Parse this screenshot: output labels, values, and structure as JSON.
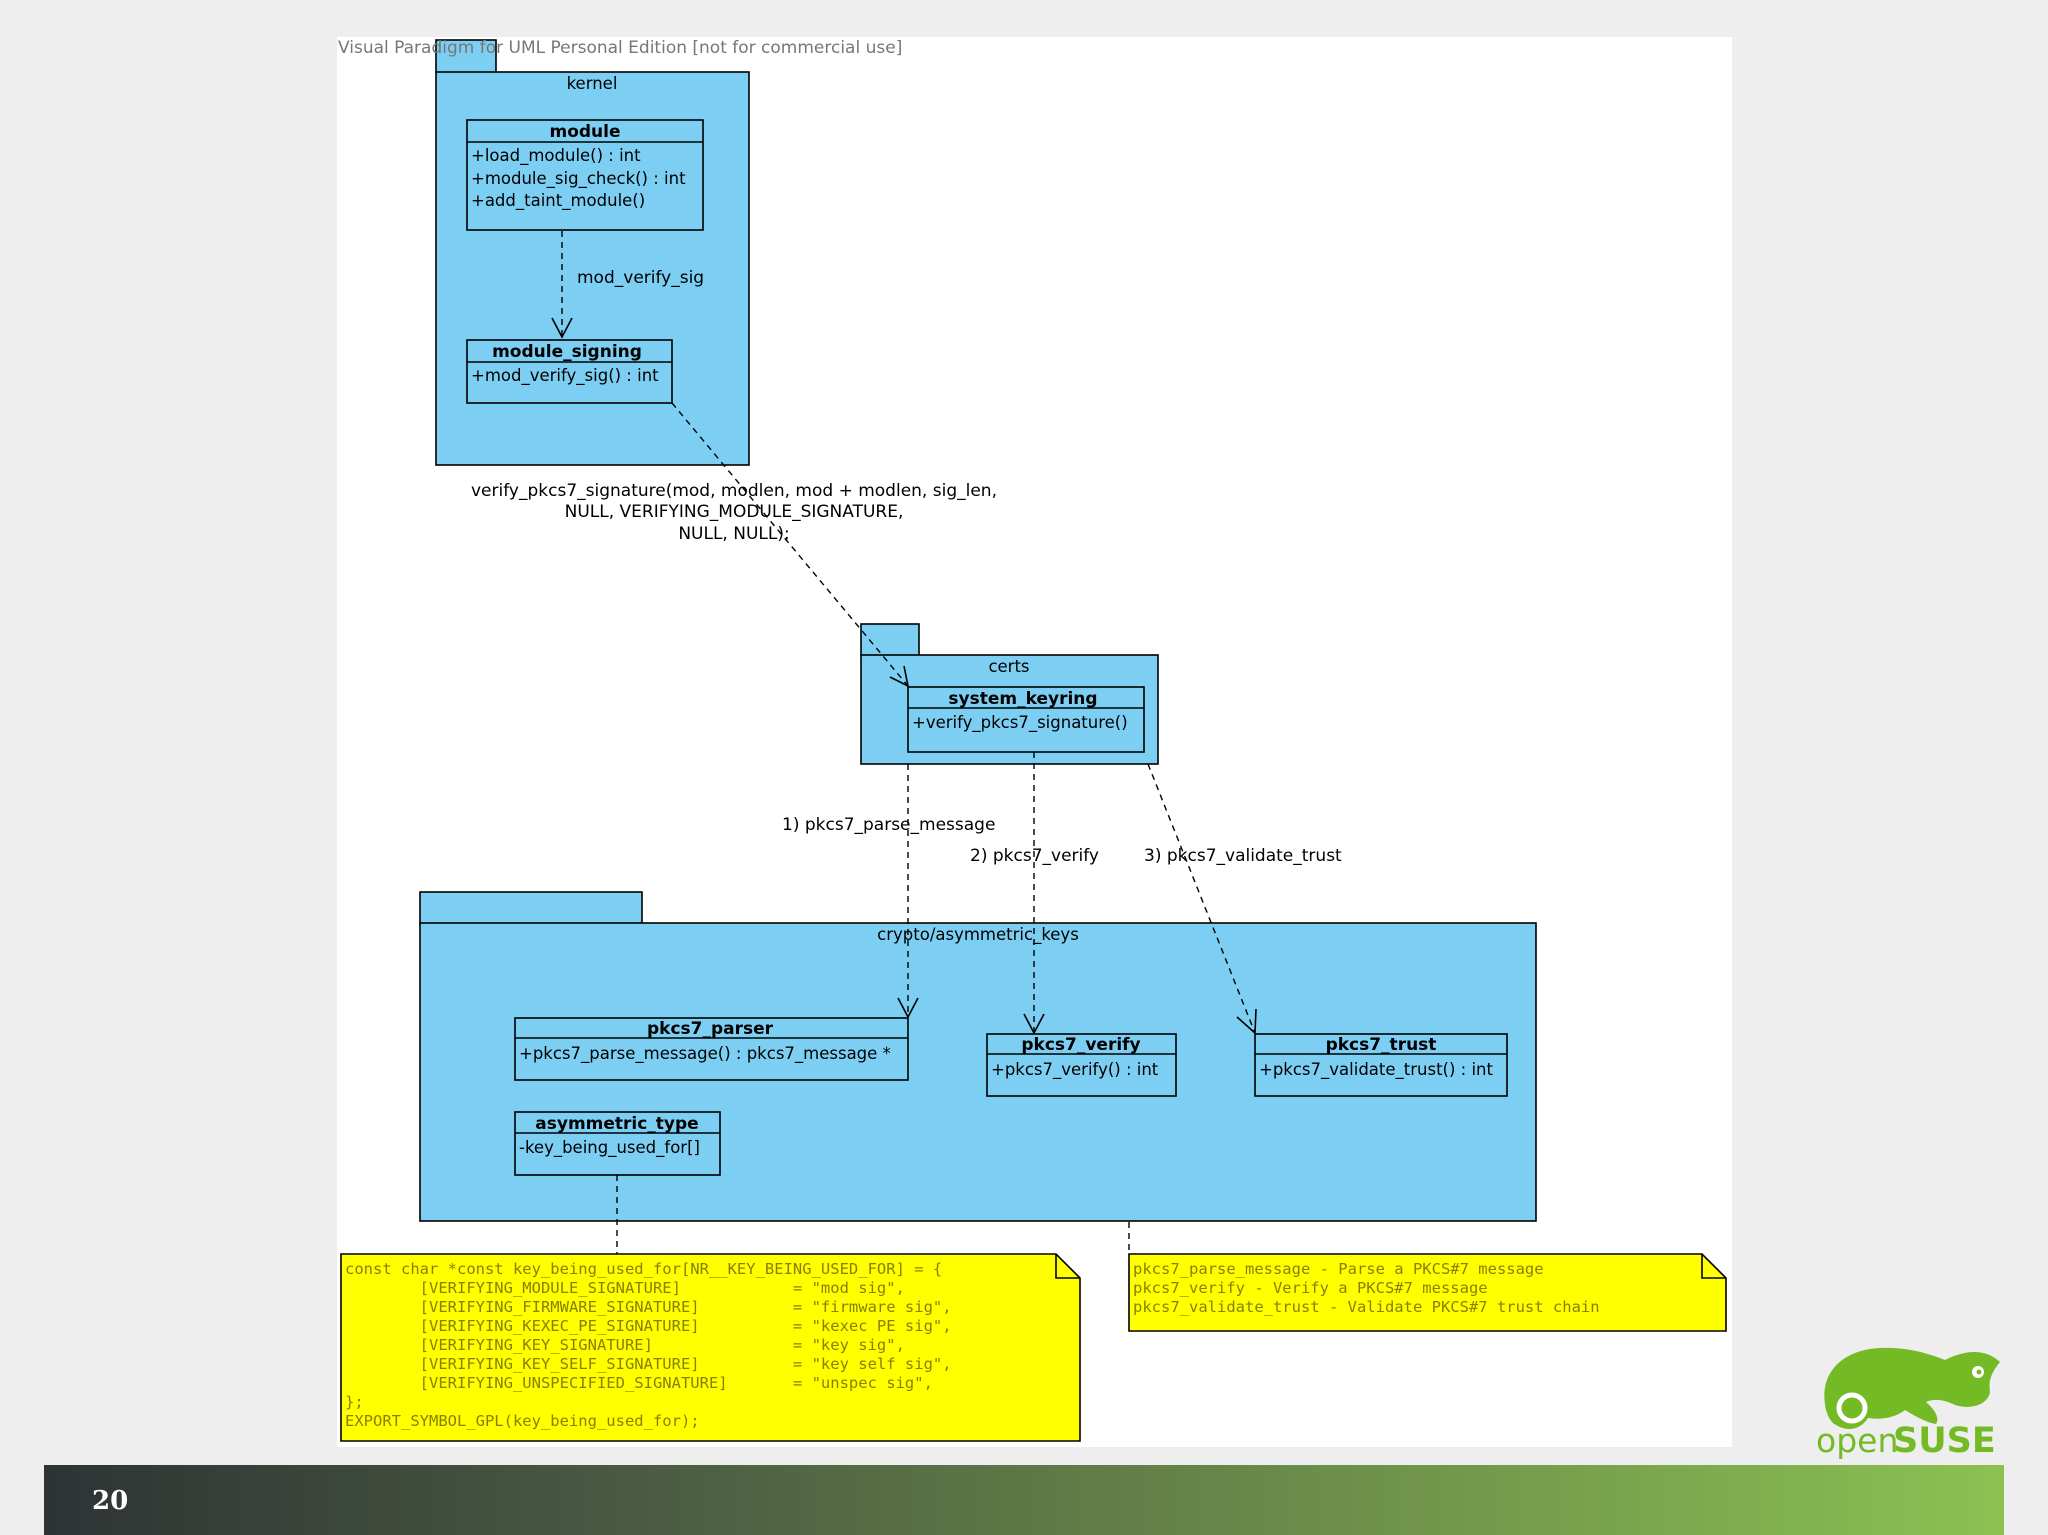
{
  "watermark": "Visual Paradigm for UML Personal Edition [not for commercial use]",
  "packages": {
    "kernel": {
      "name": "kernel"
    },
    "certs": {
      "name": "certs"
    },
    "crypto": {
      "name": "crypto/asymmetric_keys"
    }
  },
  "classes": {
    "module": {
      "name": "module",
      "ops": [
        "+load_module() : int",
        "+module_sig_check() : int",
        "+add_taint_module()"
      ]
    },
    "module_signing": {
      "name": "module_signing",
      "ops": [
        "+mod_verify_sig() : int"
      ]
    },
    "system_keyring": {
      "name": "system_keyring",
      "ops": [
        "+verify_pkcs7_signature()"
      ]
    },
    "pkcs7_parser": {
      "name": "pkcs7_parser",
      "ops": [
        "+pkcs7_parse_message() : pkcs7_message *"
      ]
    },
    "pkcs7_verify": {
      "name": "pkcs7_verify",
      "ops": [
        "+pkcs7_verify() : int"
      ]
    },
    "pkcs7_trust": {
      "name": "pkcs7_trust",
      "ops": [
        "+pkcs7_validate_trust() : int"
      ]
    },
    "asymmetric_type": {
      "name": "asymmetric_type",
      "ops": [
        "-key_being_used_for[]"
      ]
    }
  },
  "edges": {
    "mod_verify_sig": "mod_verify_sig",
    "verify_call": [
      "verify_pkcs7_signature(mod, modlen, mod + modlen, sig_len,",
      "NULL, VERIFYING_MODULE_SIGNATURE,",
      "NULL, NULL);"
    ],
    "parse": "1) pkcs7_parse_message",
    "verify": "2) pkcs7_verify",
    "trust": "3) pkcs7_validate_trust"
  },
  "notes": {
    "left": [
      "const char *const key_being_used_for[NR__KEY_BEING_USED_FOR] = {",
      "        [VERIFYING_MODULE_SIGNATURE]            = \"mod sig\",",
      "        [VERIFYING_FIRMWARE_SIGNATURE]          = \"firmware sig\",",
      "        [VERIFYING_KEXEC_PE_SIGNATURE]          = \"kexec PE sig\",",
      "        [VERIFYING_KEY_SIGNATURE]               = \"key sig\",",
      "        [VERIFYING_KEY_SELF_SIGNATURE]          = \"key self sig\",",
      "        [VERIFYING_UNSPECIFIED_SIGNATURE]       = \"unspec sig\",",
      "};",
      "EXPORT_SYMBOL_GPL(key_being_used_for);"
    ],
    "right": [
      "pkcs7_parse_message - Parse a PKCS#7 message",
      "pkcs7_verify - Verify a PKCS#7 message",
      "pkcs7_validate_trust - Validate PKCS#7 trust chain"
    ]
  },
  "footer": {
    "page_number": "20"
  },
  "logo": {
    "open": "open",
    "suse": "SUSE"
  },
  "colors": {
    "package": "#7dcef3",
    "note": "#ffff00",
    "brand_green": "#73ba25"
  }
}
